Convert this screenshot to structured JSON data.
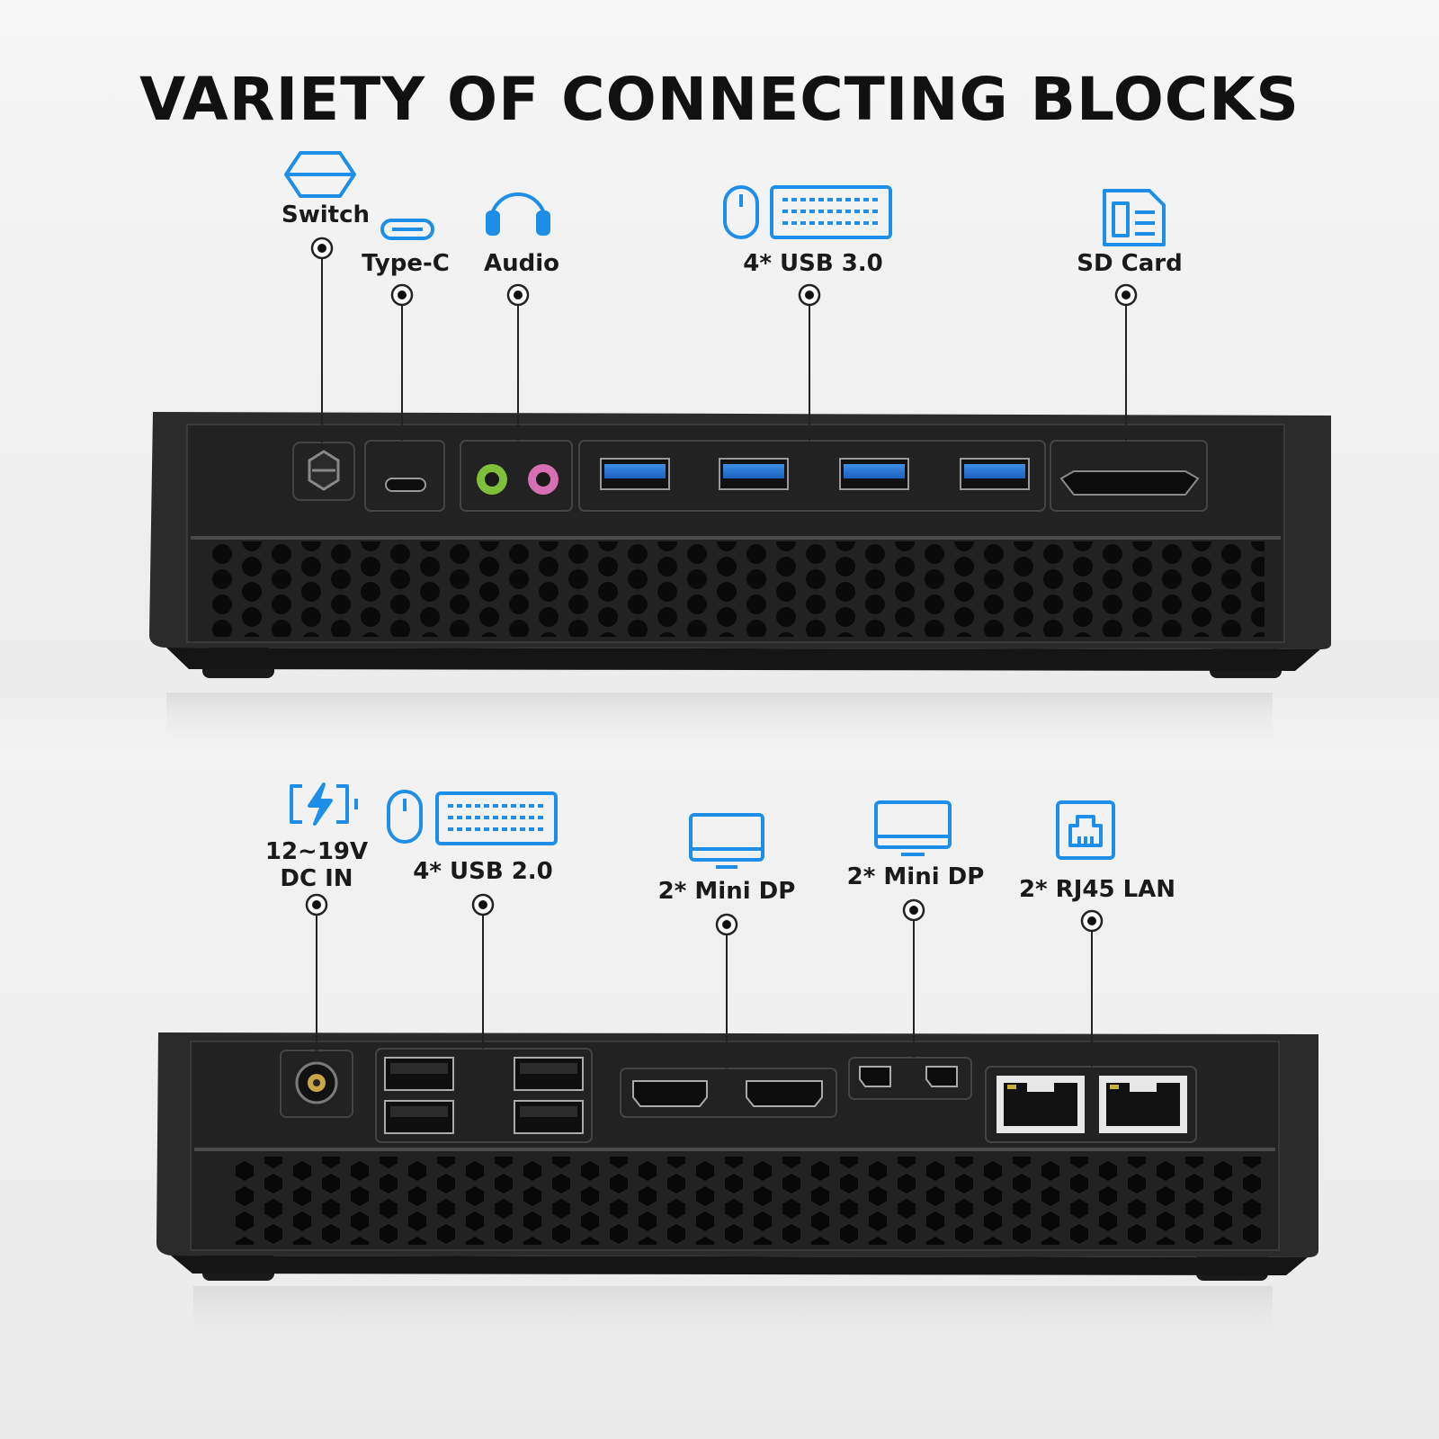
{
  "title": "VARIETY OF CONNECTING BLOCKS",
  "accent_color": "#1e8fe8",
  "top_panel": {
    "labels": [
      {
        "id": "switch",
        "text": "Switch",
        "icon": "switch-icon"
      },
      {
        "id": "type_c",
        "text": "Type-C",
        "icon": "type-c-icon"
      },
      {
        "id": "audio",
        "text": "Audio",
        "icon": "headphones-icon"
      },
      {
        "id": "usb30",
        "text": "4* USB 3.0",
        "icon": "mouse-keyboard-icon"
      },
      {
        "id": "sd_card",
        "text": "SD Card",
        "icon": "sd-card-icon"
      }
    ]
  },
  "bottom_panel": {
    "labels": [
      {
        "id": "dc_in",
        "text": "12~19V",
        "text2": "DC IN",
        "icon": "battery-charging-icon"
      },
      {
        "id": "usb20",
        "text": "4* USB 2.0",
        "icon": "mouse-keyboard-icon"
      },
      {
        "id": "mini_dp_1",
        "text": "2* Mini DP",
        "icon": "monitor-icon"
      },
      {
        "id": "mini_dp_2",
        "text": "2* Mini DP",
        "icon": "monitor-icon"
      },
      {
        "id": "rj45",
        "text": "2* RJ45 LAN",
        "icon": "ethernet-port-icon"
      }
    ]
  }
}
